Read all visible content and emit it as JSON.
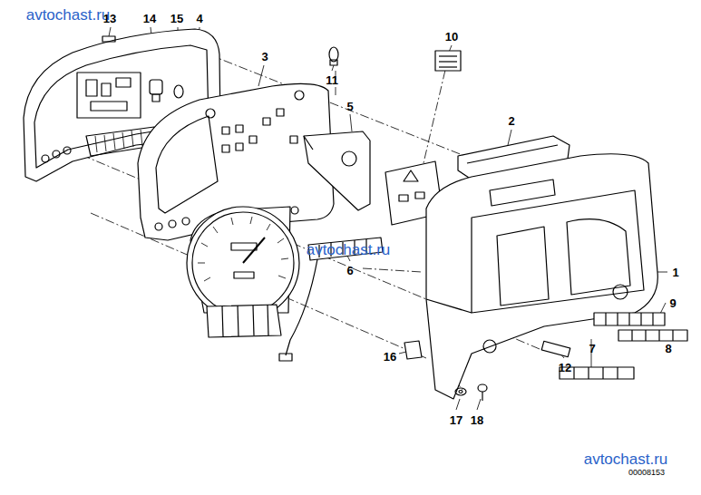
{
  "diagram": {
    "labels": [
      "avtochast.ru",
      "13",
      "14",
      "15",
      "4",
      "3",
      "11",
      "10",
      "5",
      "2",
      "avtochast.ru",
      "1",
      "6",
      "9",
      "8",
      "7",
      "12",
      "16",
      "17",
      "18",
      "avtochast.ru",
      "00008153"
    ]
  }
}
